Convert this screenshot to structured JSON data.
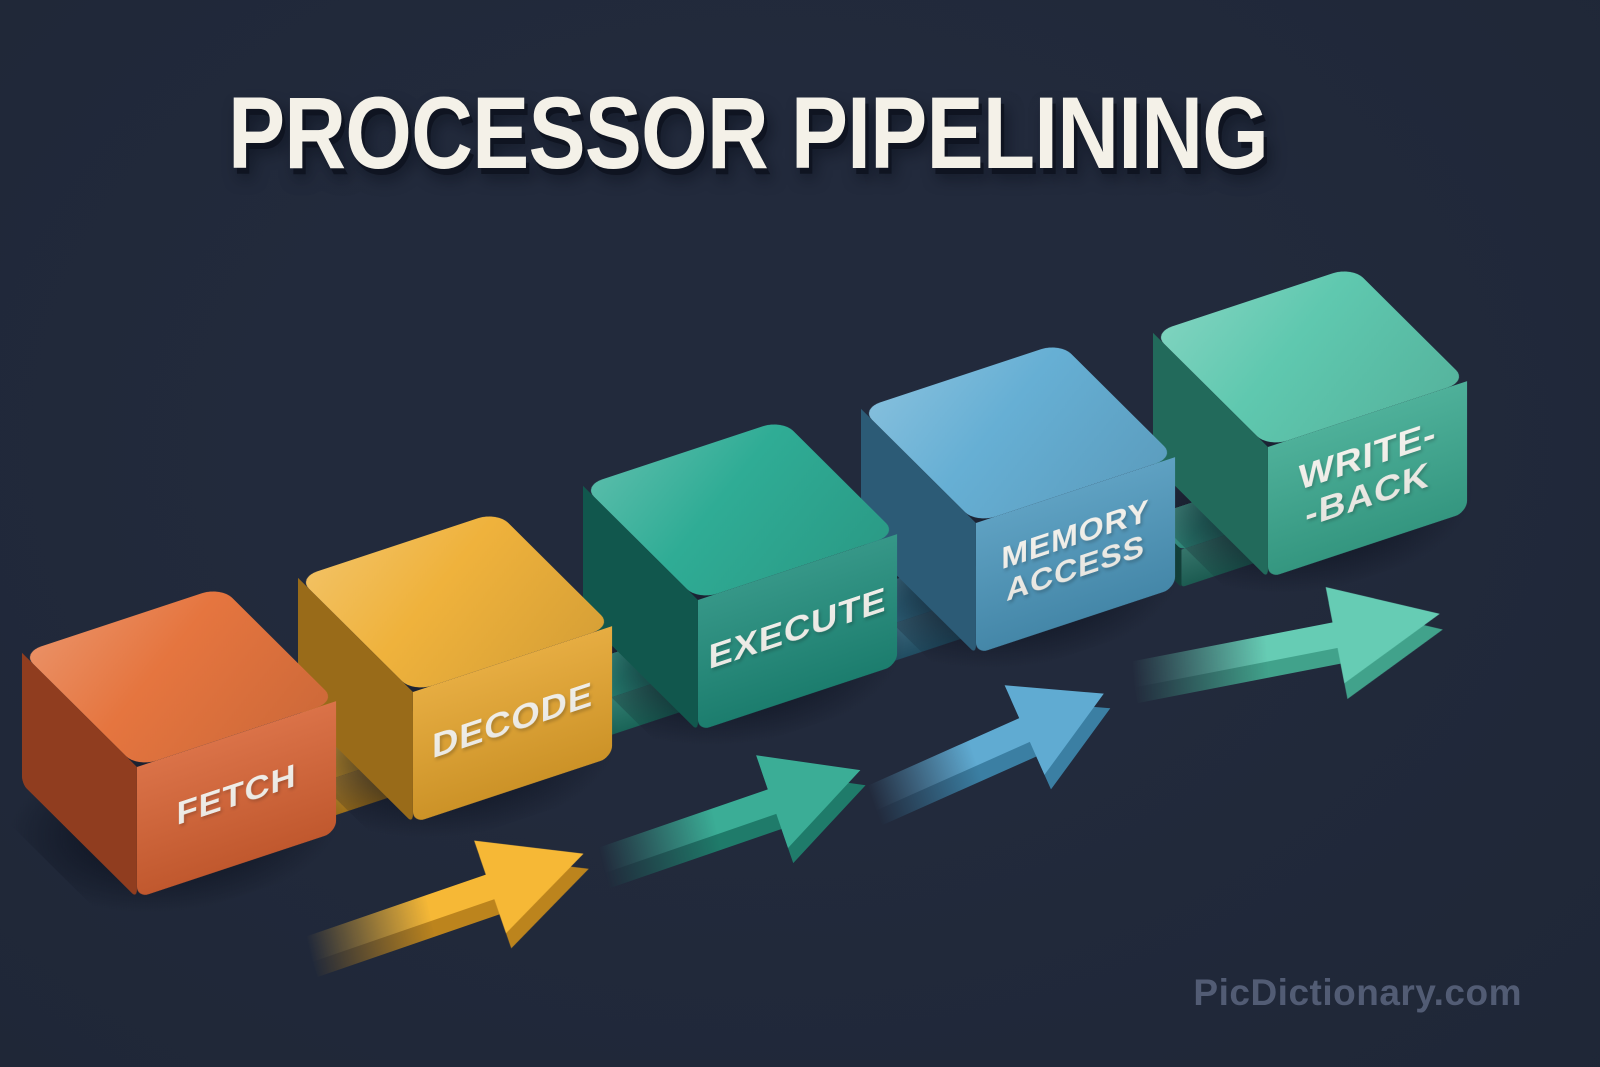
{
  "title": {
    "text": "PROCESSOR PIPELINING",
    "color": "#F4F1E8",
    "shadow_color": "#141927"
  },
  "background": {
    "color": "#222A3C"
  },
  "watermark": {
    "text": "PicDictionary.com",
    "color": "#57617A"
  },
  "label_text_color": "#F8F6F0",
  "stages": [
    {
      "name": "fetch",
      "lines": [
        "FETCH"
      ],
      "colors": {
        "top": "#E5753F",
        "front": "#D66233",
        "side": "#B04B26"
      }
    },
    {
      "name": "decode",
      "lines": [
        "DECODE"
      ],
      "colors": {
        "top": "#EFB23C",
        "front": "#E3A32C",
        "side": "#BB831F"
      }
    },
    {
      "name": "execute",
      "lines": [
        "EXECUTE"
      ],
      "colors": {
        "top": "#2FAC95",
        "front": "#1F8B7A",
        "side": "#156B5E"
      }
    },
    {
      "name": "memory-access",
      "lines": [
        "MEMORY",
        "ACCESS"
      ],
      "colors": {
        "top": "#66AFD4",
        "front": "#4C96BB",
        "side": "#366F90"
      }
    },
    {
      "name": "write-back",
      "lines": [
        "WRITE-",
        "-BACK"
      ],
      "colors": {
        "top": "#5FC8AF",
        "front": "#3AA78E",
        "side": "#2A8270"
      }
    }
  ],
  "connectors": [
    {
      "name": "fetch-decode-connector",
      "colors": {
        "top": "#D9A02C",
        "front": "#AE7B1C",
        "side": "#8F6415"
      }
    },
    {
      "name": "decode-execute-connector",
      "colors": {
        "top": "#2B9884",
        "front": "#1C6F61",
        "side": "#14564B"
      }
    },
    {
      "name": "execute-memory-connector",
      "colors": {
        "top": "#33718B",
        "front": "#24556C",
        "side": "#1B4356"
      }
    },
    {
      "name": "memory-write-back-connector",
      "colors": {
        "top": "#2C8677",
        "front": "#1F655A",
        "side": "#174F46"
      }
    }
  ],
  "arrows": [
    {
      "name": "fetch-to-decode-arrow",
      "top_color": "#F6B836",
      "side_color": "#BC841D"
    },
    {
      "name": "decode-to-execute-arrow",
      "top_color": "#3BAD96",
      "side_color": "#1F7B6A"
    },
    {
      "name": "execute-to-memory-arrow",
      "top_color": "#60ABD2",
      "side_color": "#3B7FA3"
    },
    {
      "name": "memory-to-write-back-arrow",
      "top_color": "#66CCB4",
      "side_color": "#41A28B"
    }
  ]
}
